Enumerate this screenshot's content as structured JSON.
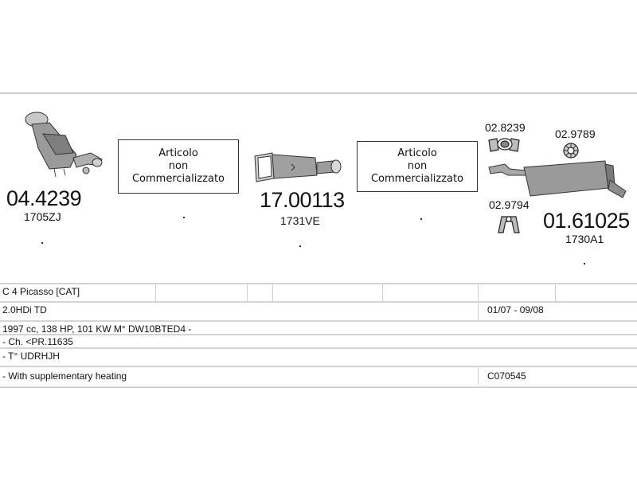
{
  "parts": [
    {
      "code": "04.4239",
      "ref": "1705ZJ"
    },
    {
      "nc_lines": [
        "Articolo",
        "non",
        "Commercializzato"
      ]
    },
    {
      "code": "17.00113",
      "ref": "1731VE"
    },
    {
      "nc_lines": [
        "Articolo",
        "non",
        "Commercializzato"
      ]
    },
    {
      "code": "01.61025",
      "ref": "1730A1"
    }
  ],
  "accessories": [
    {
      "code": "02.8239"
    },
    {
      "code": "02.9789"
    },
    {
      "code": "02.9794"
    }
  ],
  "table": {
    "rows": [
      {
        "left": "C 4 Picasso  [CAT]",
        "right": ""
      },
      {
        "left": "2.0HDi TD",
        "right": "01/07 - 09/08"
      },
      {
        "left": "1997 cc, 138 HP, 101 KW M° DW10BTED4 -",
        "right": ""
      },
      {
        "left": "- Ch. <PR.11635",
        "right": ""
      },
      {
        "left": "- T° UDRHJH",
        "right": ""
      },
      {
        "left": "- With supplementary heating",
        "right": "C070545"
      }
    ]
  },
  "colors": {
    "rule": "#cfcfcf",
    "ink": "#111111",
    "part_fill": "#9a9a9a"
  }
}
